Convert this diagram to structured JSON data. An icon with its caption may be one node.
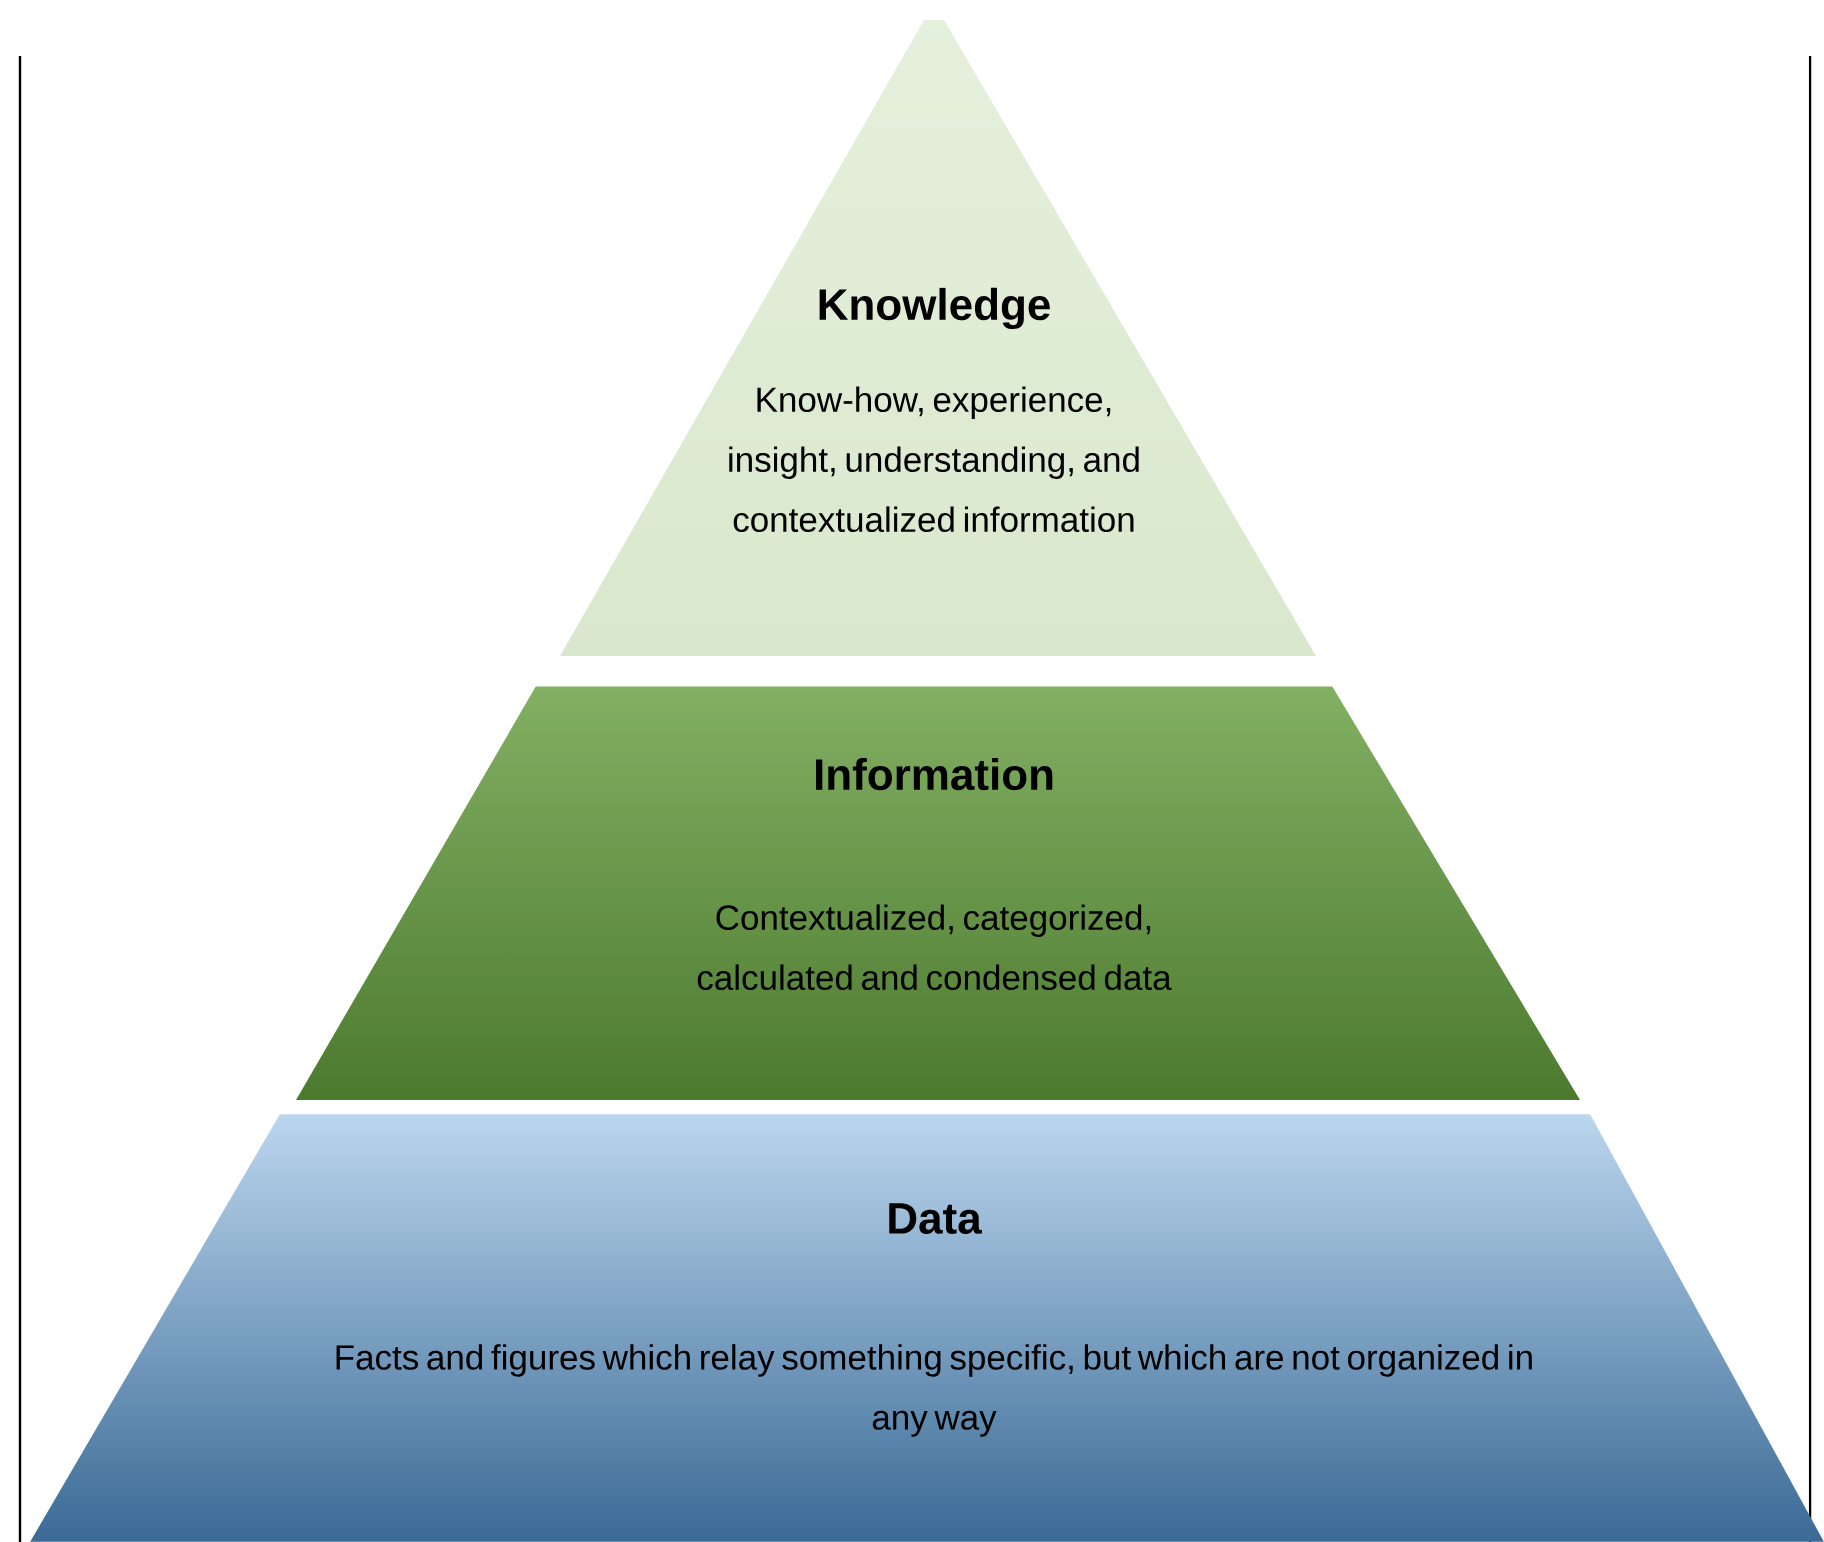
{
  "diagram": {
    "nodes": [
      {
        "text": [
          "Knowledge",
          "Know-how, experience, insight, understanding, and contextualized information"
        ]
      },
      {
        "text": [
          "Information",
          "Contextualized, categorized, calculated and condensed data"
        ]
      },
      {
        "text": [
          "Data",
          "Facts and figures which relay something specific, but which are not organized in any way"
        ]
      }
    ]
  }
}
